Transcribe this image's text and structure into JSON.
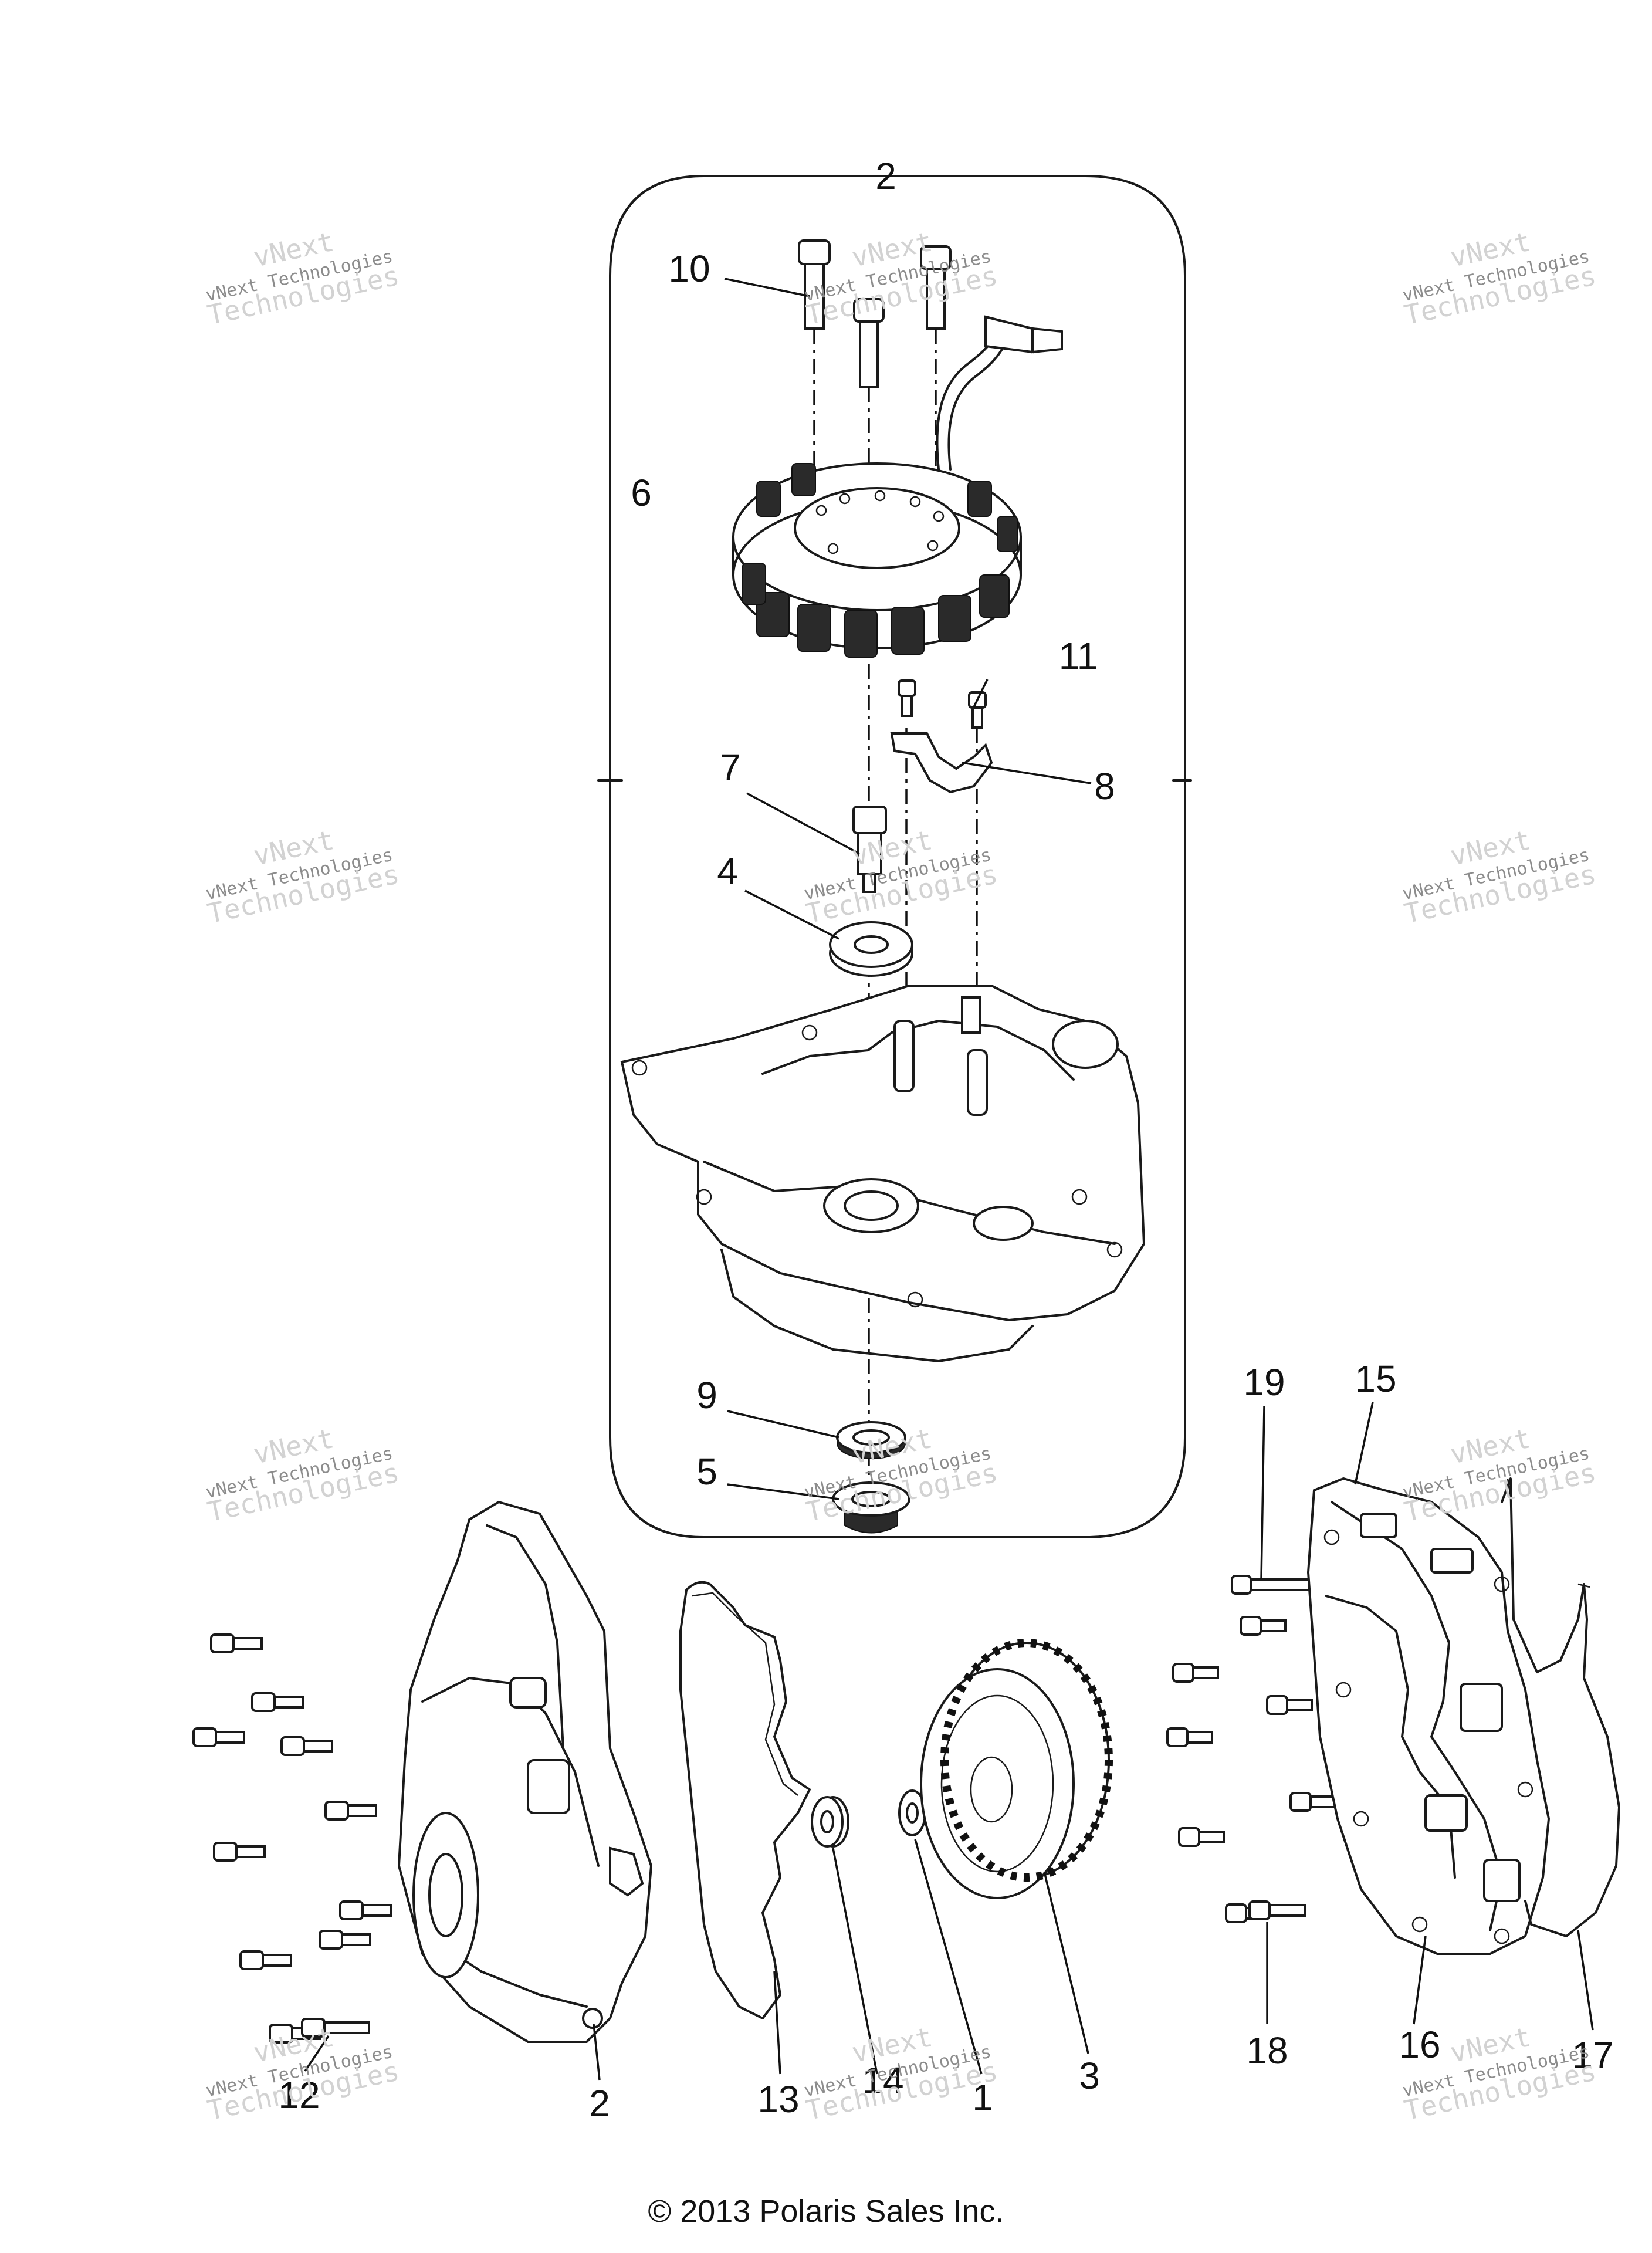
{
  "callouts": [
    {
      "id": "c2-top",
      "label": "2"
    },
    {
      "id": "c10",
      "label": "10"
    },
    {
      "id": "c6",
      "label": "6"
    },
    {
      "id": "c11",
      "label": "11"
    },
    {
      "id": "c8",
      "label": "8"
    },
    {
      "id": "c7",
      "label": "7"
    },
    {
      "id": "c4",
      "label": "4"
    },
    {
      "id": "c9",
      "label": "9"
    },
    {
      "id": "c5",
      "label": "5"
    },
    {
      "id": "c19",
      "label": "19"
    },
    {
      "id": "c15",
      "label": "15"
    },
    {
      "id": "c12",
      "label": "12"
    },
    {
      "id": "c2-bottom",
      "label": "2"
    },
    {
      "id": "c13",
      "label": "13"
    },
    {
      "id": "c14",
      "label": "14"
    },
    {
      "id": "c1",
      "label": "1"
    },
    {
      "id": "c3",
      "label": "3"
    },
    {
      "id": "c18",
      "label": "18"
    },
    {
      "id": "c16",
      "label": "16"
    },
    {
      "id": "c17",
      "label": "17"
    }
  ],
  "watermark": {
    "line_small": "vNext Technologies",
    "line_big_1": "vNext",
    "line_big_2": "Technologies"
  },
  "copyright": "© 2013 Polaris Sales Inc."
}
